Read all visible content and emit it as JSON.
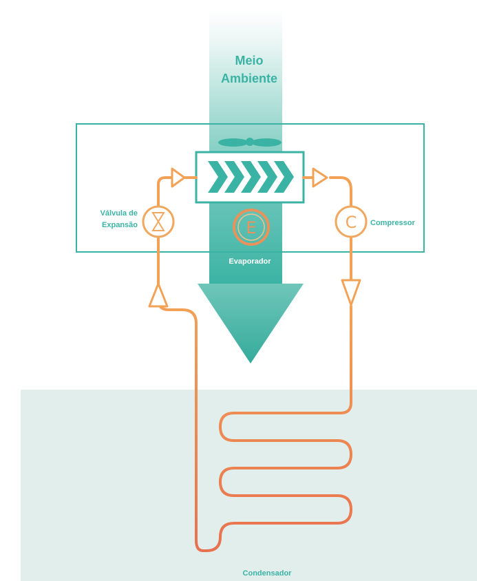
{
  "labels": {
    "meio_line1": "Meio",
    "meio_line2": "Ambiente",
    "valvula_line1": "Válvula de",
    "valvula_line2": "Expansão",
    "compressor": "Compressor",
    "evaporador": "Evaporador",
    "condensador": "Condensador"
  },
  "icons": {
    "valve": "hourglass-icon",
    "evaporator_letter": "E",
    "compressor_letter": "C",
    "fan": "fan-icon",
    "chevrons": "chevron-right-icon"
  },
  "colors": {
    "teal": "#3bb3a4",
    "teal_light": "#d2ece8",
    "ground": "#e1eeec",
    "pipe_orange": "#f2a256",
    "pipe_red": "#e8714f",
    "circle_stroke": "#f0a860"
  }
}
